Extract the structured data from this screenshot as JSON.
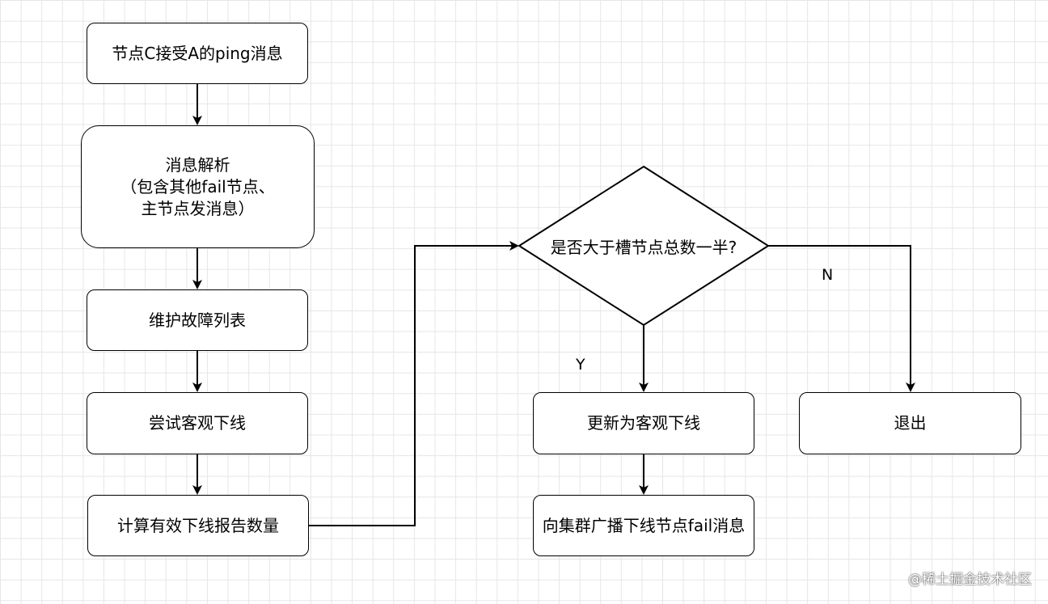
{
  "nodes": {
    "receive_ping": "节点C接受A的ping消息",
    "parse_message": "消息解析\n（包含其他fail节点、\n主节点发消息）",
    "maintain_fail_list": "维护故障列表",
    "try_objective_down": "尝试客观下线",
    "count_reports": "计算有效下线报告数量",
    "decision": "是否大于槽节点总数一半?",
    "update_objective_down": "更新为客观下线",
    "broadcast_fail": "向集群广播下线节点fail消息",
    "exit": "退出"
  },
  "edges": {
    "yes_label": "Y",
    "no_label": "N"
  },
  "watermark": "@稀土掘金技术社区"
}
